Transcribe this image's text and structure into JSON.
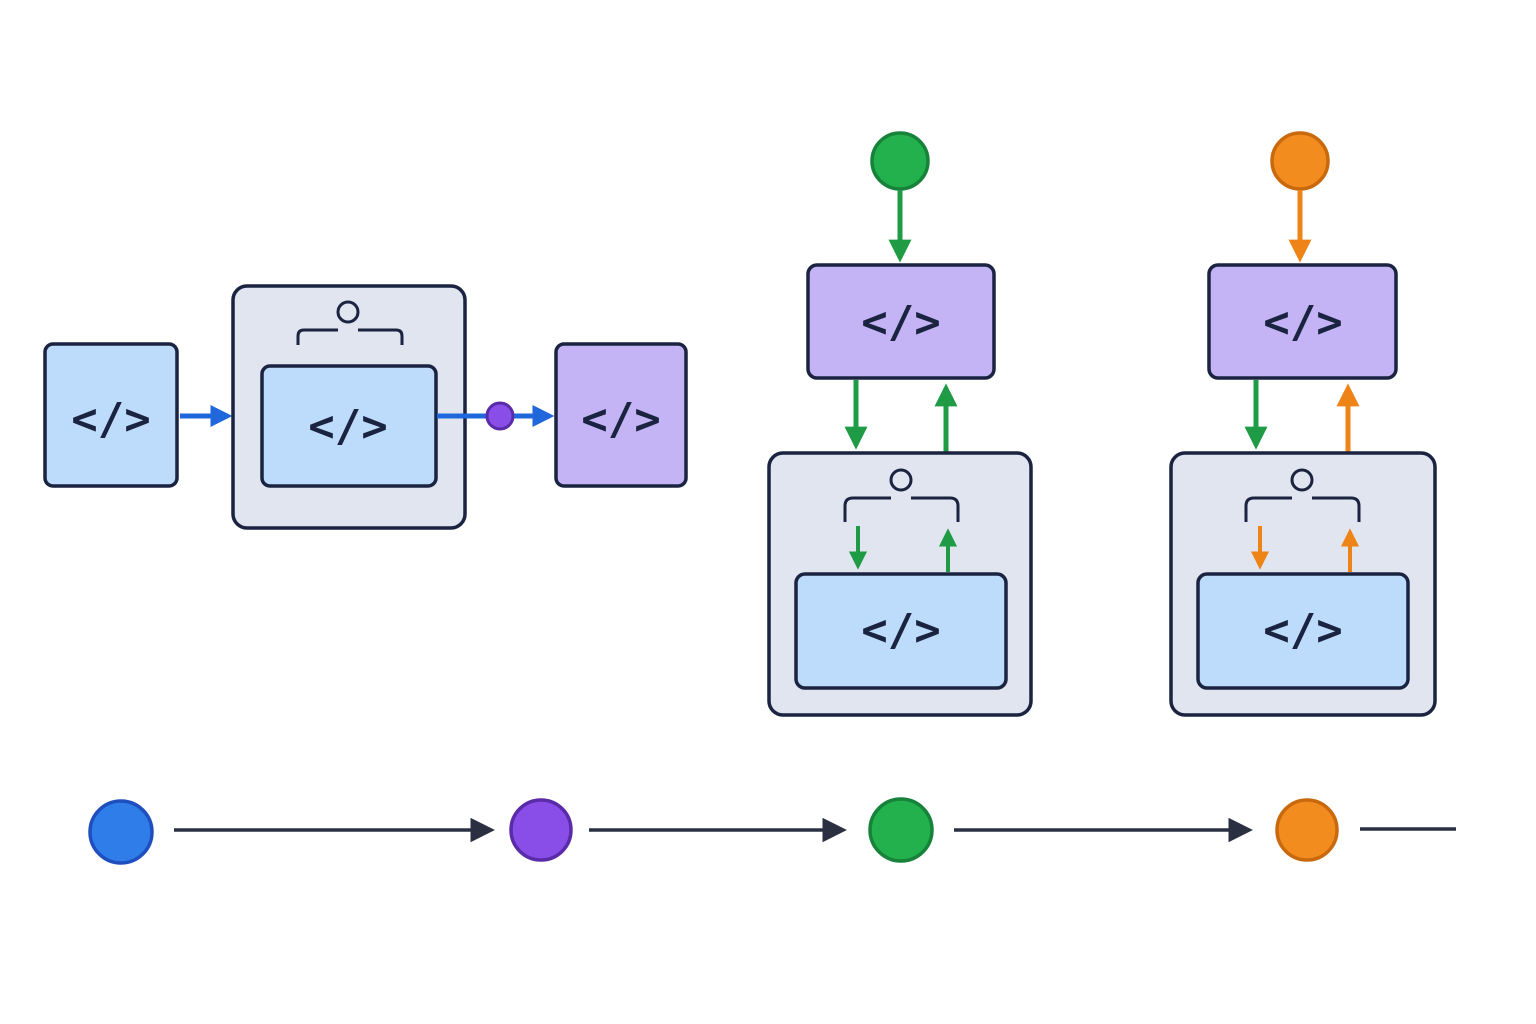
{
  "palette": {
    "ink": "#1a2340",
    "code_block_fill": "#bddcfb",
    "code_block_alt_fill": "#c4b4f6",
    "container_fill": "#e1e5ef",
    "blue": "#2f7de8",
    "blue_dark": "#1f4fbf",
    "purple": "#8a4ee8",
    "purple_dark": "#5a2aa8",
    "green": "#22b14c",
    "green_dark": "#16823a",
    "orange": "#f28c1e",
    "orange_dark": "#c9690d"
  },
  "icons": {
    "code": "code-brackets-icon",
    "user": "user-hierarchy-icon"
  },
  "code_glyph": "</>",
  "flows": [
    {
      "name": "flow-direct",
      "steps": [
        "code-block",
        "container-with-user",
        "purple-dot",
        "code-block-alt"
      ],
      "accent": "blue"
    },
    {
      "name": "flow-green",
      "steps": [
        "green-source",
        "code-block-alt",
        "container-with-user"
      ],
      "accent": "green"
    },
    {
      "name": "flow-orange",
      "steps": [
        "orange-source",
        "code-block-alt",
        "container-with-user"
      ],
      "accent": "orange"
    }
  ],
  "timeline": {
    "nodes": [
      "blue",
      "purple",
      "green",
      "orange"
    ]
  }
}
